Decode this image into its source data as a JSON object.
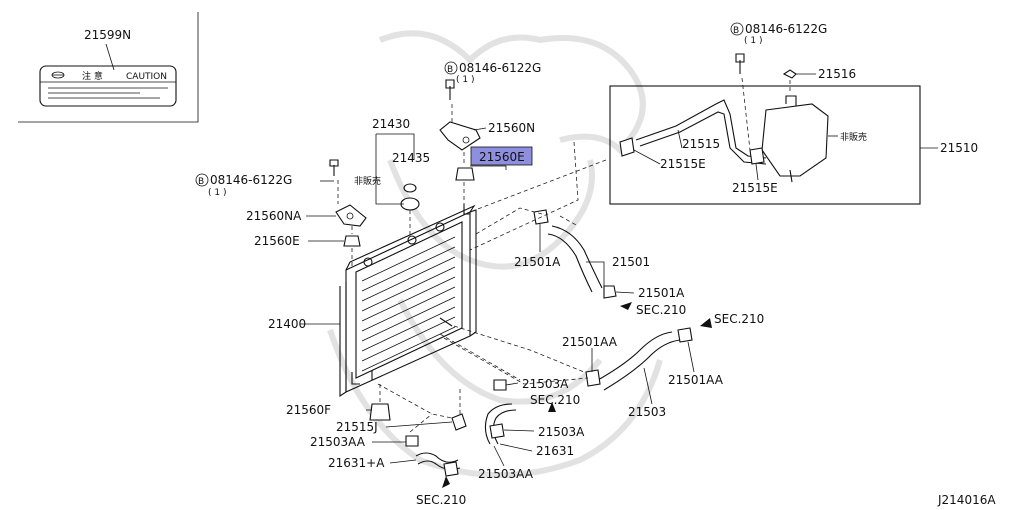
{
  "diagram_id": "J214016A",
  "highlight_color": "#8f8fe0",
  "bolt_prefix": "B",
  "label_sign": {
    "part_no": "21599N",
    "caution_text": "CAUTION",
    "jp_text": "注 意"
  },
  "labels": {
    "l21430": "21430",
    "l21435": "21435",
    "l_nonsale_1": "非販売",
    "l_bolt_left": "08146-6122G",
    "l_bolt_left_qty": "( 1 )",
    "l21560NA": "21560NA",
    "l21560E_left": "21560E",
    "l21400": "21400",
    "l21560F": "21560F",
    "l21515J": "21515J",
    "l21503AA_left": "21503AA",
    "l21631A": "21631+A",
    "l_sec210_bottom": "SEC.210",
    "l_bolt_mid": "08146-6122G",
    "l_bolt_mid_qty": "( 1 )",
    "l21560N": "21560N",
    "l21560E_hl": "21560E",
    "l21501A_top": "21501A",
    "l21501": "21501",
    "l21501A_right": "21501A",
    "l_sec210_mid": "SEC.210",
    "l21501AA_left": "21501AA",
    "l21503A_top": "21503A",
    "l_sec210_center": "SEC.210",
    "l21503A_bottom": "21503A",
    "l21631": "21631",
    "l21503AA_bottom": "21503AA",
    "l21503": "21503",
    "l21501AA_right": "21501AA",
    "l_sec210_right": "SEC.210",
    "l_bolt_right": "08146-6122G",
    "l_bolt_right_qty": "( 1 )",
    "l21516": "21516",
    "l21515": "21515",
    "l21515E_left": "21515E",
    "l21515E_right": "21515E",
    "l_nonsale_2": "非販売",
    "l21510": "21510"
  }
}
